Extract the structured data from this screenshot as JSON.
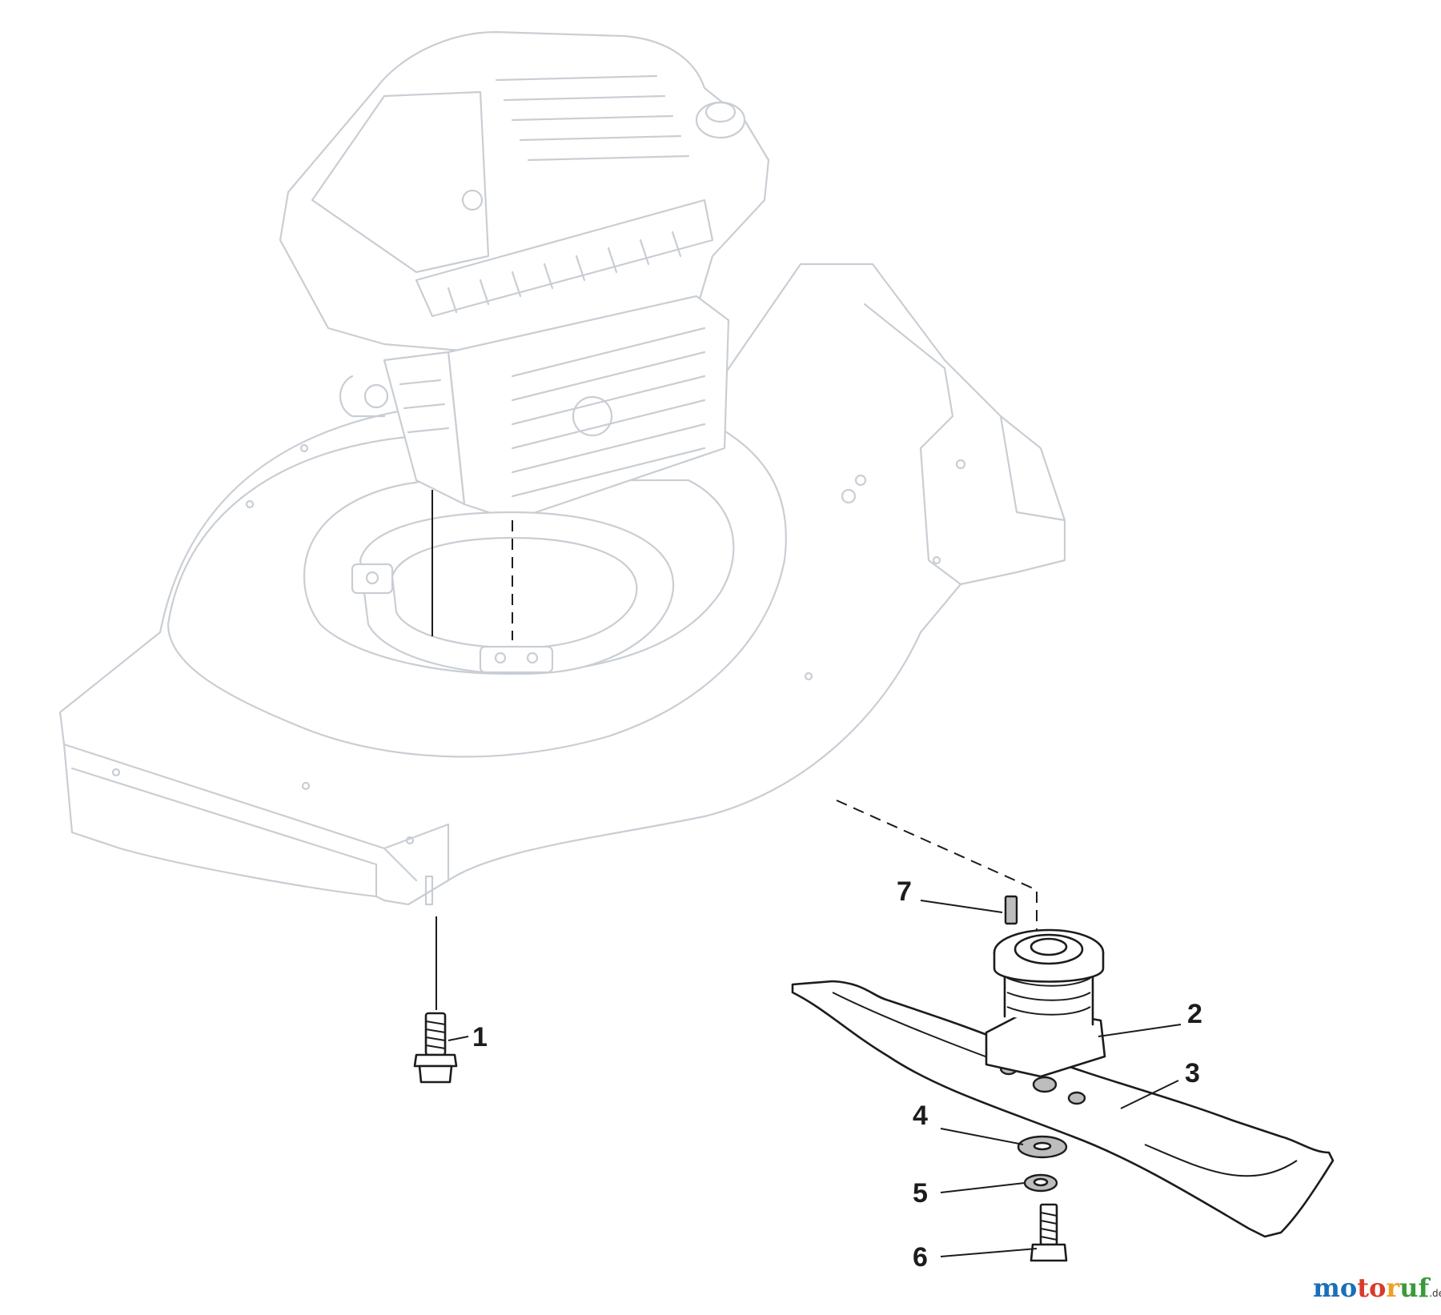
{
  "callouts": {
    "c1": "1",
    "c2": "2",
    "c3": "3",
    "c4": "4",
    "c5": "5",
    "c6": "6",
    "c7": "7"
  },
  "watermark": {
    "brand": "motoruf",
    "tld": ".de"
  },
  "colors": {
    "ghost_line": "#c9ced4",
    "part_line": "#1c1c1c",
    "brand_blue": "#1a6fb8",
    "brand_red": "#d83a2a",
    "brand_orange": "#f0a020",
    "brand_green": "#3a9a3a"
  }
}
